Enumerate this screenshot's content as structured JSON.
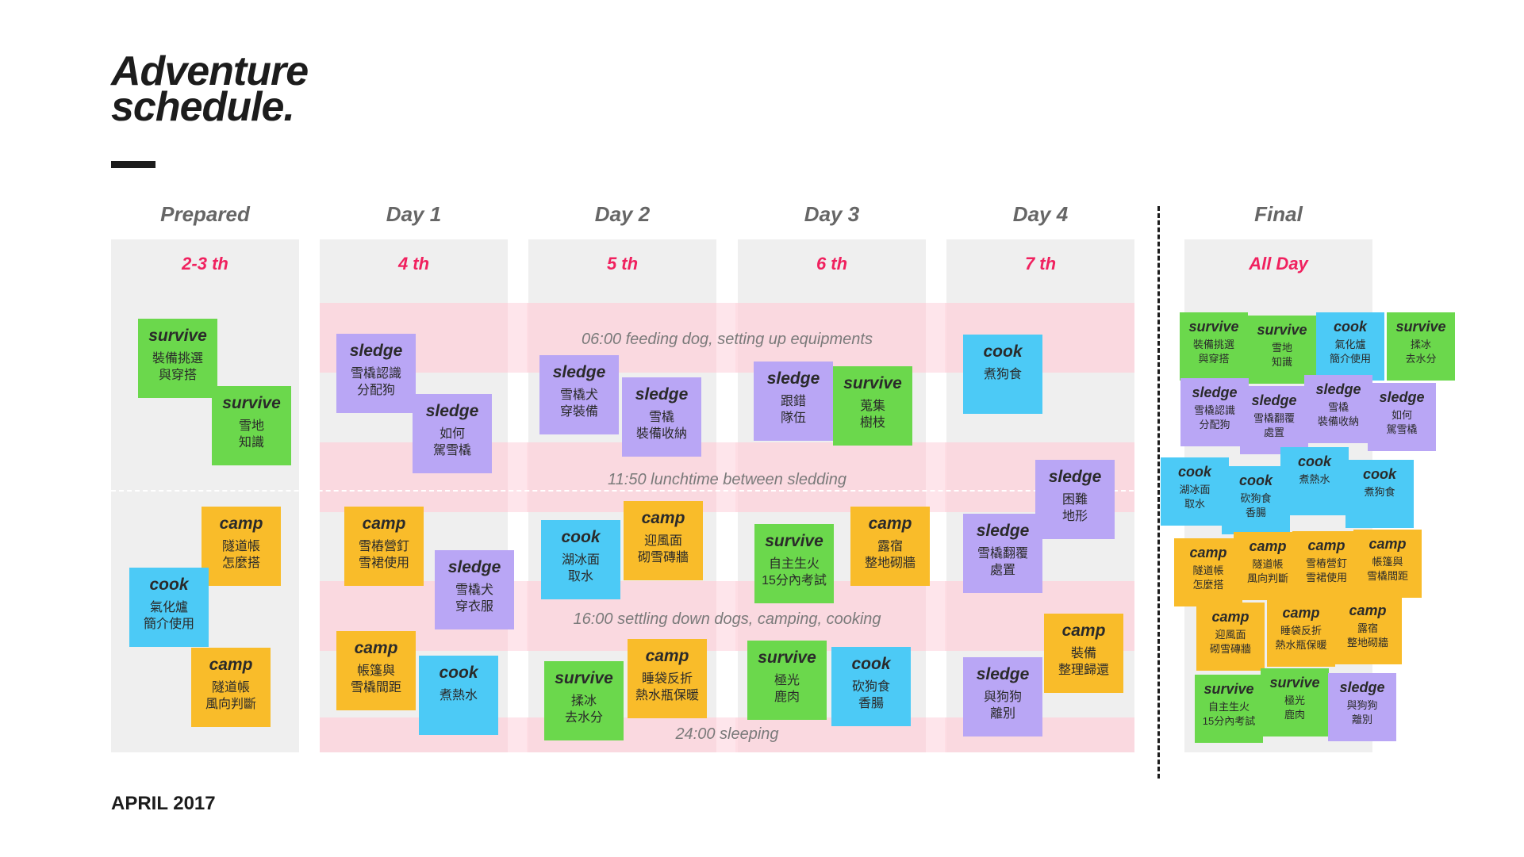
{
  "title": "Adventure\nschedule.",
  "footer_date": "APRIL 2017",
  "columns": [
    {
      "header": "Prepared",
      "sub": "2-3 th"
    },
    {
      "header": "Day 1",
      "sub": "4 th"
    },
    {
      "header": "Day 2",
      "sub": "5 th"
    },
    {
      "header": "Day 3",
      "sub": "6 th"
    },
    {
      "header": "Day 4",
      "sub": "7 th"
    },
    {
      "header": "Final",
      "sub": "All Day"
    }
  ],
  "bands": [
    {
      "label": "06:00 feeding dog, setting up equipments"
    },
    {
      "label": "11:50 lunchtime between sledding"
    },
    {
      "label": "16:00 settling down dogs, camping, cooking"
    },
    {
      "label": "24:00 sleeping"
    }
  ],
  "colors": {
    "survive": "#6bd84c",
    "sledge": "#b9a6f5",
    "camp": "#f9bc2a",
    "cook": "#4ccaf6",
    "accent": "#f0215f"
  },
  "notes": [
    {
      "tag": "survive",
      "desc": "裝備挑選\n與穿搭"
    },
    {
      "tag": "survive",
      "desc": "雪地\n知識"
    },
    {
      "tag": "camp",
      "desc": "隧道帳\n怎麼搭"
    },
    {
      "tag": "cook",
      "desc": "氣化爐\n簡介使用"
    },
    {
      "tag": "camp",
      "desc": "隧道帳\n風向判斷"
    },
    {
      "tag": "sledge",
      "desc": "雪橇認識\n分配狗"
    },
    {
      "tag": "sledge",
      "desc": "如何\n駕雪橇"
    },
    {
      "tag": "camp",
      "desc": "雪樁營釘\n雪裙使用"
    },
    {
      "tag": "sledge",
      "desc": "雪橇犬\n穿衣服"
    },
    {
      "tag": "camp",
      "desc": "帳篷與\n雪橇間距"
    },
    {
      "tag": "cook",
      "desc": "煮熱水"
    },
    {
      "tag": "sledge",
      "desc": "雪橇犬\n穿裝備"
    },
    {
      "tag": "sledge",
      "desc": "雪橇\n裝備收納"
    },
    {
      "tag": "cook",
      "desc": "湖冰面\n取水"
    },
    {
      "tag": "camp",
      "desc": "迎風面\n砌雪磚牆"
    },
    {
      "tag": "survive",
      "desc": "揉冰\n去水分"
    },
    {
      "tag": "camp",
      "desc": "睡袋反折\n熱水瓶保暖"
    },
    {
      "tag": "sledge",
      "desc": "跟錯\n隊伍"
    },
    {
      "tag": "survive",
      "desc": "蒐集\n樹枝"
    },
    {
      "tag": "survive",
      "desc": "自主生火\n15分內考試"
    },
    {
      "tag": "camp",
      "desc": "露宿\n整地砌牆"
    },
    {
      "tag": "survive",
      "desc": "極光\n鹿肉"
    },
    {
      "tag": "cook",
      "desc": "砍狗食\n香腸"
    },
    {
      "tag": "cook",
      "desc": "煮狗食"
    },
    {
      "tag": "sledge",
      "desc": "困難\n地形"
    },
    {
      "tag": "sledge",
      "desc": "雪橇翻覆\n處置"
    },
    {
      "tag": "camp",
      "desc": "裝備\n整理歸還"
    },
    {
      "tag": "sledge",
      "desc": "與狗狗\n離別"
    },
    {
      "tag": "survive",
      "desc": "裝備挑選\n與穿搭"
    },
    {
      "tag": "survive",
      "desc": "雪地\n知識"
    },
    {
      "tag": "cook",
      "desc": "氣化爐\n簡介使用"
    },
    {
      "tag": "survive",
      "desc": "揉冰\n去水分"
    },
    {
      "tag": "sledge",
      "desc": "雪橇認識\n分配狗"
    },
    {
      "tag": "sledge",
      "desc": "雪橇翻覆\n處置"
    },
    {
      "tag": "sledge",
      "desc": "雪橇\n裝備收納"
    },
    {
      "tag": "sledge",
      "desc": "如何\n駕雪橇"
    },
    {
      "tag": "cook",
      "desc": "湖冰面\n取水"
    },
    {
      "tag": "cook",
      "desc": "砍狗食\n香腸"
    },
    {
      "tag": "cook",
      "desc": "煮熱水"
    },
    {
      "tag": "cook",
      "desc": "煮狗食"
    },
    {
      "tag": "camp",
      "desc": "隧道帳\n怎麼搭"
    },
    {
      "tag": "camp",
      "desc": "隧道帳\n風向判斷"
    },
    {
      "tag": "camp",
      "desc": "雪樁營釘\n雪裙使用"
    },
    {
      "tag": "camp",
      "desc": "帳篷與\n雪橇間距"
    },
    {
      "tag": "camp",
      "desc": "迎風面\n砌雪磚牆"
    },
    {
      "tag": "camp",
      "desc": "睡袋反折\n熱水瓶保暖"
    },
    {
      "tag": "camp",
      "desc": "露宿\n整地砌牆"
    },
    {
      "tag": "survive",
      "desc": "自主生火\n15分內考試"
    },
    {
      "tag": "survive",
      "desc": "極光\n鹿肉"
    },
    {
      "tag": "sledge",
      "desc": "與狗狗\n離別"
    }
  ]
}
